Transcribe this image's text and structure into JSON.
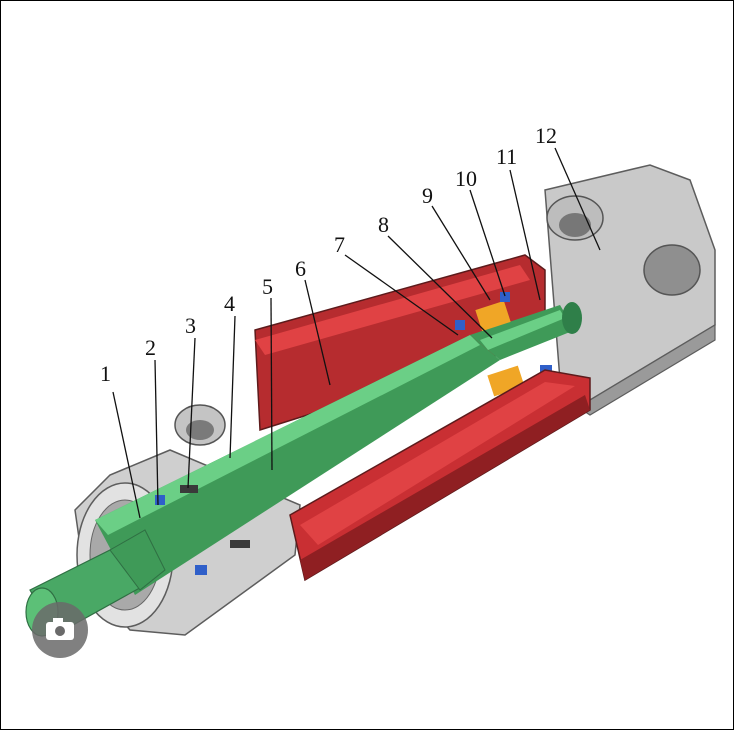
{
  "diagram": {
    "labels": [
      "1",
      "2",
      "3",
      "4",
      "5",
      "6",
      "7",
      "8",
      "9",
      "10",
      "11",
      "12"
    ]
  },
  "colors": {
    "rod": "#4fb56b",
    "rod_dark": "#2f7f49",
    "barrel": "#d8383a",
    "barrel_dark": "#8f1f22",
    "metal": "#cfcfcf",
    "metal_dark": "#8d8d8d",
    "seal": "#2f5fc9",
    "guide": "#f0a626"
  },
  "icons": {
    "overlay": "camera-icon"
  }
}
